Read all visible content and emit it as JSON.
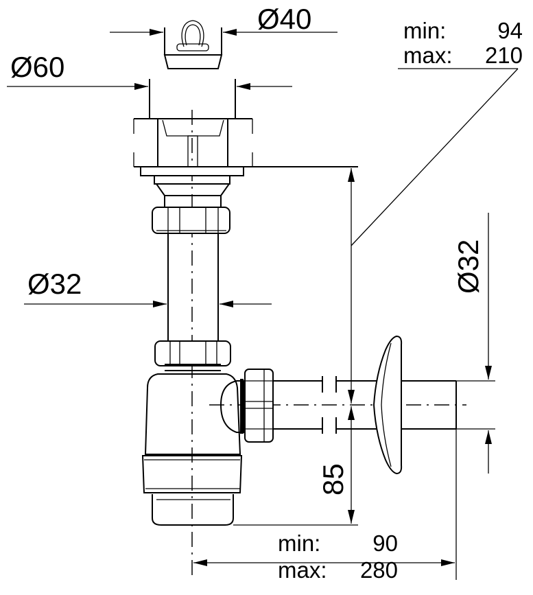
{
  "dimensions": {
    "strainer_diameter": "Ø40",
    "flange_diameter": "Ø60",
    "pipe_diameter": "Ø32",
    "outlet_diameter": "Ø32",
    "outlet_height": "85",
    "height_range": {
      "min_label": "min:",
      "min_value": "94",
      "max_label": "max:",
      "max_value": "210"
    },
    "outlet_length_range": {
      "min_label": "min:",
      "min_value": "90",
      "max_label": "max:",
      "max_value": "280"
    }
  }
}
